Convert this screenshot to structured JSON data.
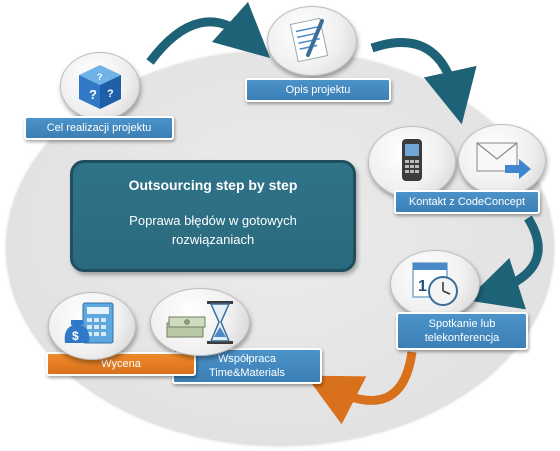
{
  "center": {
    "title": "Outsourcing step by step",
    "subtitle": "Poprawa błędów w gotowych rozwiązaniach"
  },
  "steps": [
    {
      "label": "Cel realizacji projektu",
      "icon": "question-cube-icon"
    },
    {
      "label": "Opis projektu",
      "icon": "document-pencil-icon"
    },
    {
      "label": "Kontakt z CodeConcept",
      "icon": "phone-and-email-icon"
    },
    {
      "label": "Spotkanie lub telekonferencja",
      "icon": "calendar-clock-icon"
    },
    {
      "label": "Współpraca Time&Materials",
      "icon": "money-hourglass-icon"
    },
    {
      "label": "Wycena",
      "icon": "calculator-money-icon"
    }
  ],
  "colors": {
    "center_box": "#2f7389",
    "label_blue": "#3b7fb5",
    "label_orange": "#e07a22",
    "arrow_teal": "#1e6277",
    "arrow_orange": "#d9701c"
  }
}
